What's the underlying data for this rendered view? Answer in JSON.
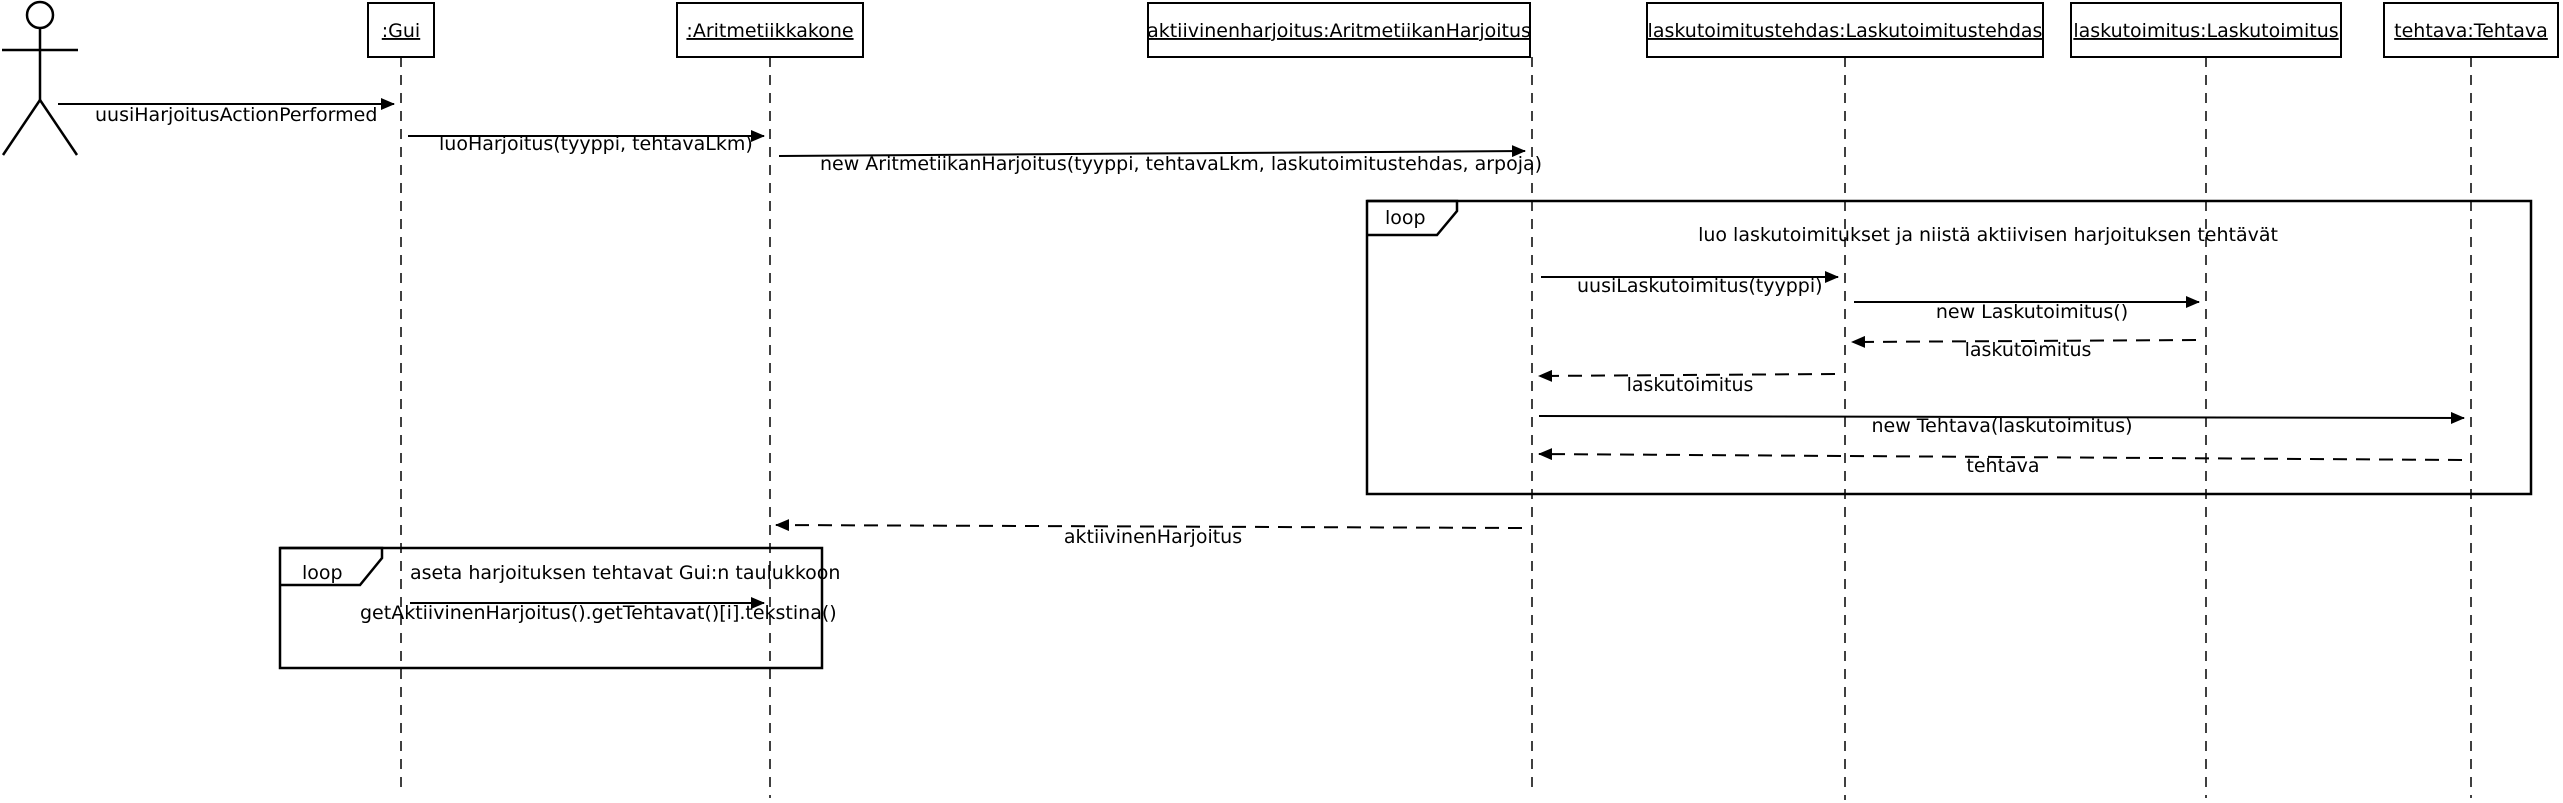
{
  "actor": {
    "name": ""
  },
  "lifelines": [
    {
      "id": "gui",
      "label": ":Gui"
    },
    {
      "id": "aritmetiikkakone",
      "label": ":Aritmetiikkakone"
    },
    {
      "id": "harjoitus",
      "label": "aktiivinenharjoitus:AritmetiikanHarjoitus"
    },
    {
      "id": "tehdas",
      "label": "laskutoimitustehdas:Laskutoimitustehdas"
    },
    {
      "id": "laskutoimitus",
      "label": "laskutoimitus:Laskutoimitus"
    },
    {
      "id": "tehtava",
      "label": "tehtava:Tehtava"
    }
  ],
  "messages": [
    {
      "id": "uusi-harjoitus",
      "label": "uusiHarjoitusActionPerformed",
      "kind": "call"
    },
    {
      "id": "luo-harjoitus",
      "label": "luoHarjoitus(tyyppi, tehtavaLkm)",
      "kind": "call"
    },
    {
      "id": "new-aritmetiikan-harjoitus",
      "label": "new AritmetiikanHarjoitus(tyyppi, tehtavaLkm, laskutoimitustehdas, arpoja)",
      "kind": "call"
    },
    {
      "id": "uusi-laskutoimitus",
      "label": "uusiLaskutoimitus(tyyppi)",
      "kind": "call"
    },
    {
      "id": "new-laskutoimitus",
      "label": "new Laskutoimitus()",
      "kind": "call"
    },
    {
      "id": "return-laskutoimitus-1",
      "label": "laskutoimitus",
      "kind": "return"
    },
    {
      "id": "return-laskutoimitus-2",
      "label": "laskutoimitus",
      "kind": "return"
    },
    {
      "id": "new-tehtava",
      "label": "new Tehtava(laskutoimitus)",
      "kind": "call"
    },
    {
      "id": "return-tehtava",
      "label": "tehtava",
      "kind": "return"
    },
    {
      "id": "return-aktiivinen-harjoitus",
      "label": "aktiivinenHarjoitus",
      "kind": "return"
    },
    {
      "id": "get-tehtavat",
      "label": "getAktiivinenHarjoitus().getTehtavat()[i].tekstina()",
      "kind": "call"
    }
  ],
  "fragments": [
    {
      "id": "loop-create",
      "operator": "loop",
      "guard": "luo laskutoimitukset ja niistä aktiivisen harjoituksen tehtävät"
    },
    {
      "id": "loop-gui",
      "operator": "loop",
      "guard": "aseta harjoituksen tehtavat Gui:n taulukkoon"
    }
  ]
}
